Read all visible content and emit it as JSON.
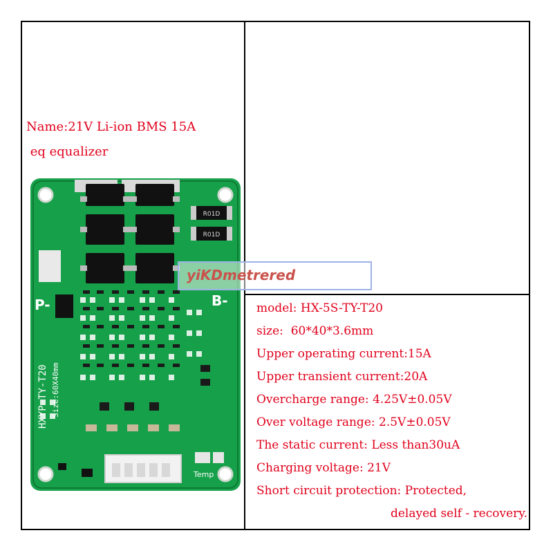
{
  "product": {
    "name_line1": "Name:21V Li-ion BMS 15A",
    "name_line2": " eq equalizer"
  },
  "board_labels": {
    "p_minus": "P-",
    "b_minus": "B-",
    "model_vertical": "HXYP-TY-T20",
    "size_vertical": "Size:60X40mm",
    "temp": "Temp",
    "resistor_code": "R01D"
  },
  "watermark": "yiKDmetrered",
  "specs": [
    "model: HX-5S-TY-T20",
    "size:  60*40*3.6mm",
    "Upper operating current:15A",
    "Upper transient current:20A",
    "Overcharge range: 4.25V±0.05V",
    "Over voltage range: 2.5V±0.05V",
    "The static current: Less than30uA",
    "Charging voltage: 21V",
    "Short circuit protection: Protected,",
    "delayed self - recovery."
  ],
  "colors": {
    "accent": "#e0001b",
    "pcb": "#17a04a",
    "frame": "#000000"
  }
}
